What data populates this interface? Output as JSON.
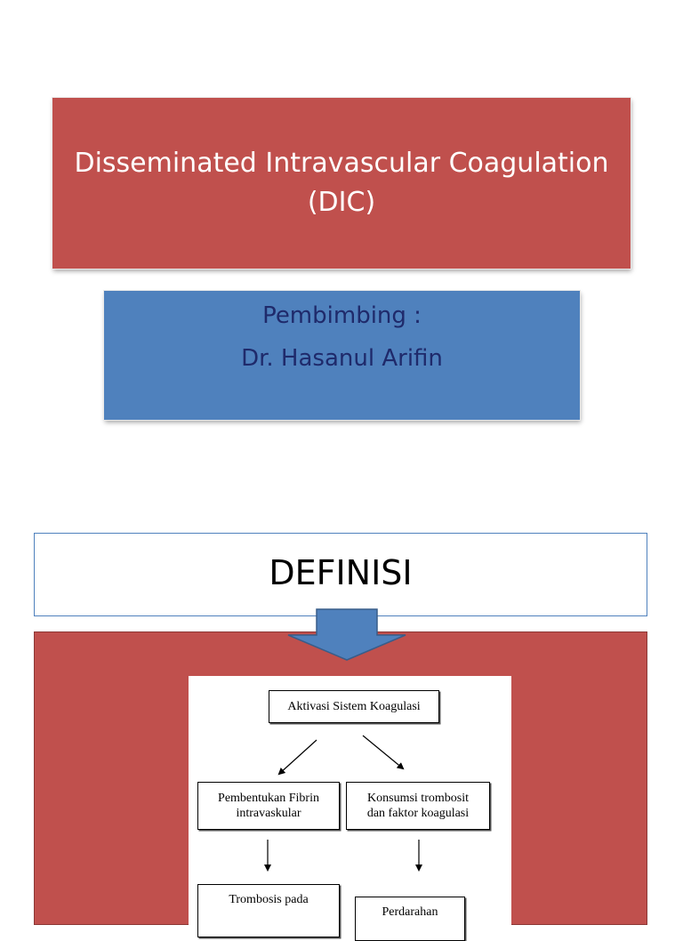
{
  "title_slide": {
    "title_line1": "Disseminated Intravascular Coagulation",
    "title_line2": "(DIC)",
    "supervisor_label": "Pembimbing :",
    "supervisor_name": "Dr. Hasanul Arifin"
  },
  "definition_slide": {
    "heading": "DEFINISI",
    "flowchart": {
      "top_node": "Aktivasi Sistem Koagulasi",
      "left_node_line1": "Pembentukan Fibrin",
      "left_node_line2": "intravaskular",
      "right_node_line1": "Konsumsi trombosit",
      "right_node_line2": "dan faktor koagulasi",
      "bottom_left_line1": "Trombosis pada",
      "bottom_right_line1": "Perdarahan"
    }
  },
  "colors": {
    "title_red": "#c0504d",
    "supervisor_blue": "#4f81bd",
    "supervisor_text": "#1f2a6b",
    "panel_border_blue": "#4f81bd"
  },
  "icons": {
    "connector": "down-arrow-icon",
    "flow_arrows": "flow-arrow-icon"
  }
}
